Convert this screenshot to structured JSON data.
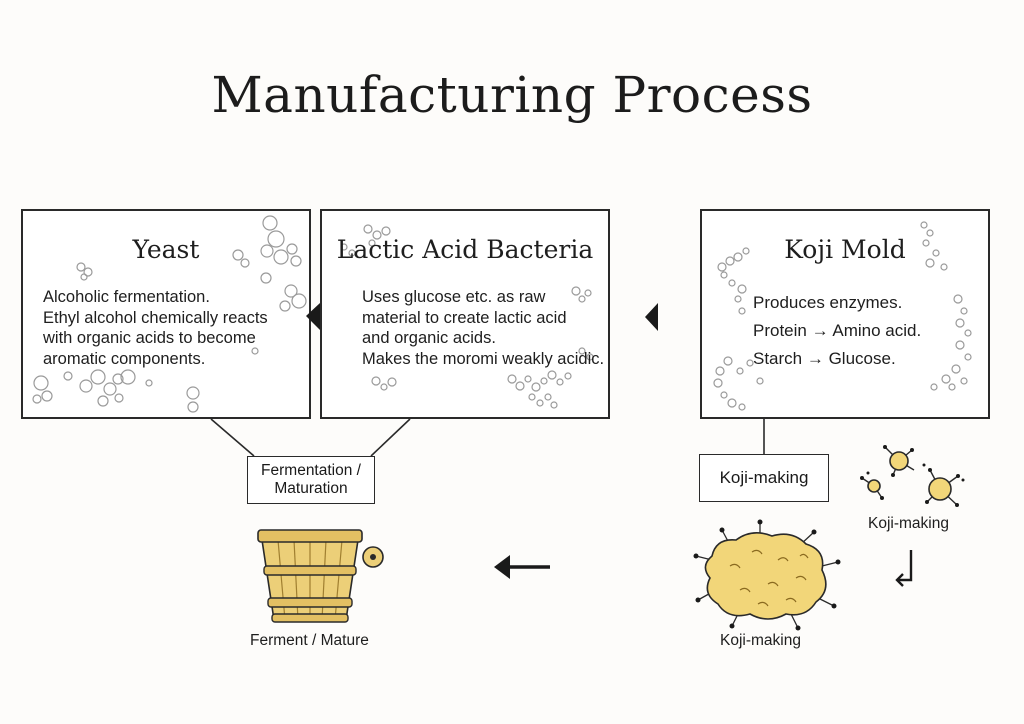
{
  "title": "Manufacturing Process",
  "boxes": {
    "yeast": {
      "title": "Yeast",
      "lines": [
        "Alcoholic fermentation.",
        "Ethyl alcohol chemically reacts",
        "with organic acids to become",
        "aromatic components."
      ]
    },
    "lactic": {
      "title": "Lactic Acid Bacteria",
      "lines": [
        "Uses glucose etc. as raw",
        "material to create lactic acid",
        "and organic acids.",
        "Makes the moromi weakly acidic."
      ]
    },
    "koji": {
      "title": "Koji Mold",
      "lines": [
        "Produces enzymes.",
        "Protein → Amino acid.",
        "Starch → Glucose."
      ]
    }
  },
  "labels": {
    "fermentation_line1": "Fermentation /",
    "fermentation_line2": "Maturation",
    "koji_making": "Koji-making"
  },
  "captions": {
    "spores": "Koji-making",
    "rice": "Koji-making",
    "barrel": "Ferment / Mature"
  },
  "colors": {
    "outline": "#2a2a2a",
    "koji_yellow": "#f2d679",
    "barrel_wood": "#eccf78"
  },
  "icons": [
    "bubble-cluster-icon",
    "mold-filament-icon",
    "koji-spore-icon",
    "koji-rice-icon",
    "barrel-icon",
    "left-arrow-icon",
    "down-left-arrow-icon"
  ]
}
